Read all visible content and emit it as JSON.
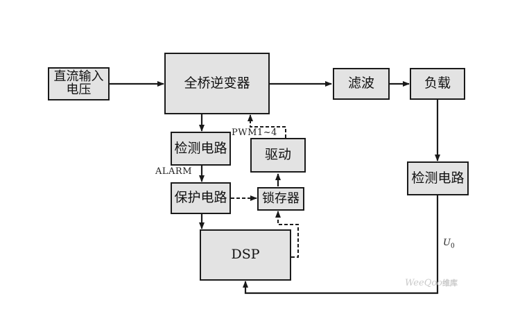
{
  "blocks": {
    "dc_input": "直流输入电压",
    "inverter": "全桥逆变器",
    "filter": "滤波",
    "load": "负载",
    "detect_left": "检测电路",
    "driver": "驱动",
    "protect": "保护电路",
    "latch": "锁存器",
    "dsp": "DSP",
    "detect_right": "检测电路"
  },
  "labels": {
    "pwm": "PWM1~4",
    "alarm": "ALARM",
    "output": "U",
    "output_sub": "0"
  },
  "watermark": {
    "brand": "WeeQoo",
    "cn": "维库"
  },
  "colors": {
    "box_fill": "#e3e3e3",
    "stroke": "#1a1a1a"
  }
}
